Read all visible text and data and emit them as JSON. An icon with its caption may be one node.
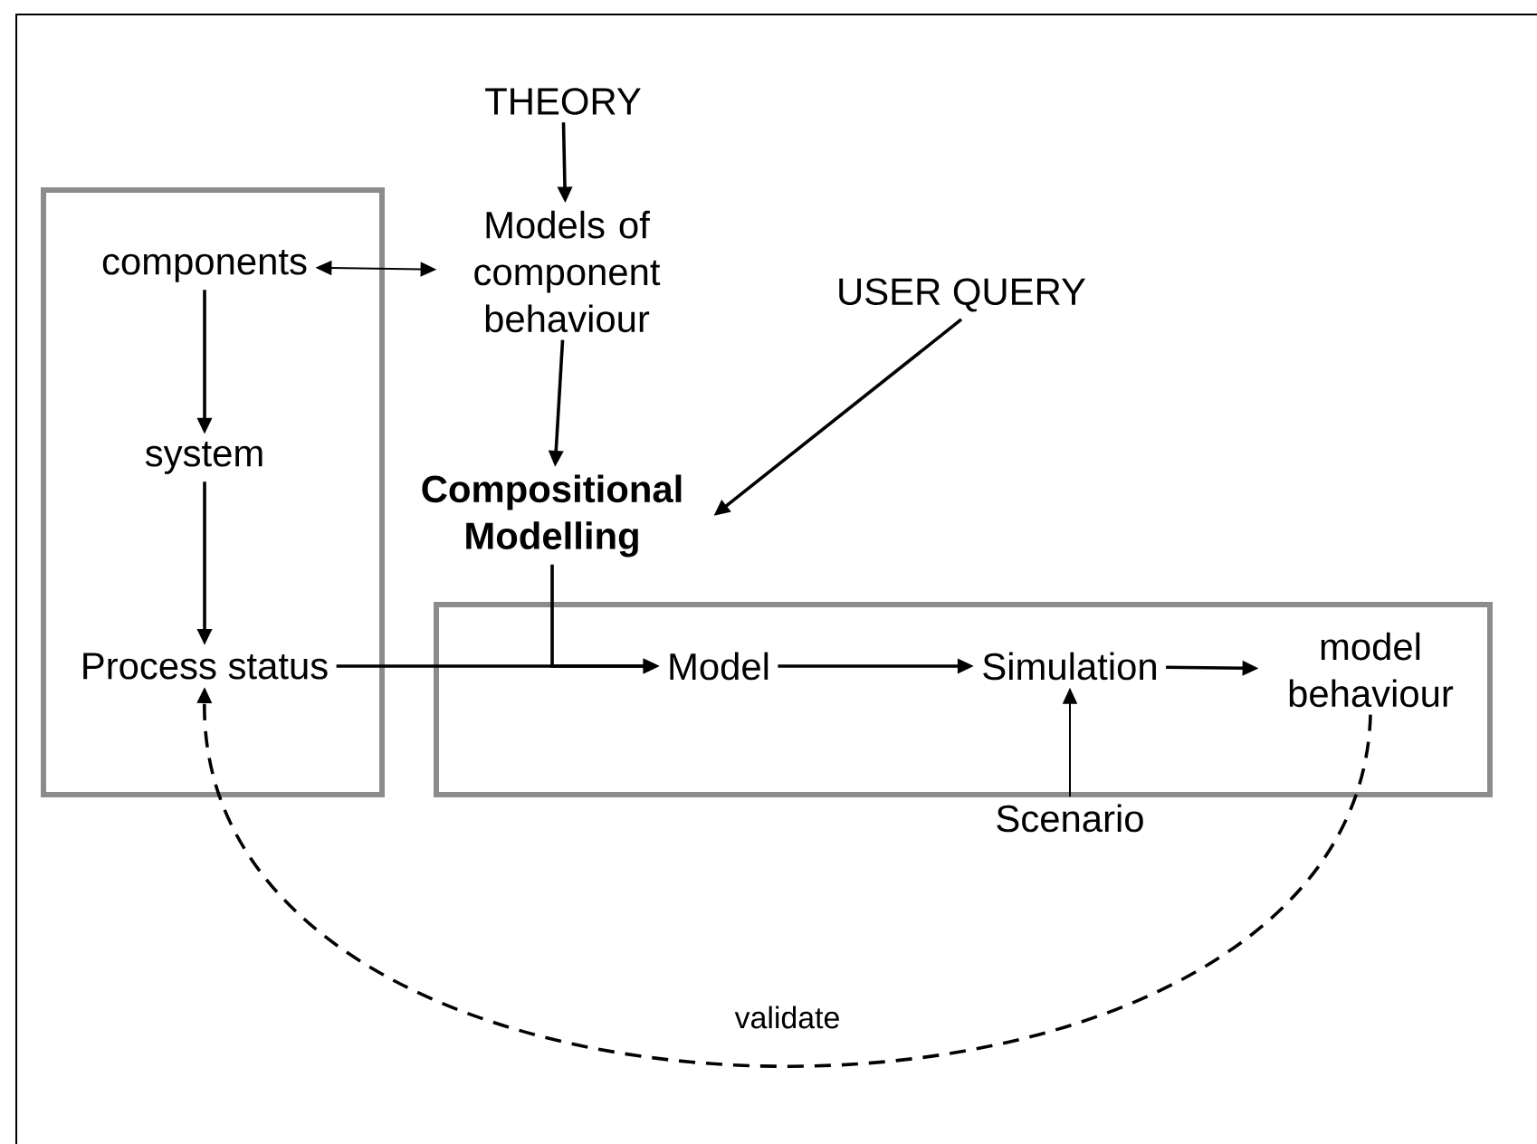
{
  "diagram": {
    "nodes": [
      {
        "text": [],
        "shape": "box"
      },
      {
        "text": [
          "components"
        ],
        "in": 0
      },
      {
        "text": [
          "system"
        ],
        "in": 0
      },
      {
        "text": [
          "Process status"
        ],
        "in": 0
      },
      {
        "text": [
          "THEORY"
        ]
      },
      {
        "text": [
          "Models of component behaviour"
        ]
      },
      {
        "text": [
          "USER QUERY"
        ]
      },
      {
        "text": [
          "Compositional Modelling"
        ]
      },
      {
        "text": [],
        "shape": "box"
      },
      {
        "text": [
          "Model"
        ],
        "in": 8
      },
      {
        "text": [
          "Simulation"
        ],
        "in": 8
      },
      {
        "text": [
          "model behaviour"
        ],
        "in": 8
      },
      {
        "text": [
          "Scenario"
        ]
      }
    ],
    "edges": [
      {
        "from": 4,
        "to": 5,
        "arrow": "to"
      },
      {
        "from": 1,
        "to": 5,
        "arrow": "both"
      },
      {
        "from": 5,
        "to": 7,
        "arrow": "to"
      },
      {
        "from": 6,
        "to": 7,
        "arrow": "to"
      },
      {
        "from": 1,
        "to": 2,
        "arrow": "to"
      },
      {
        "from": 2,
        "to": 3,
        "arrow": "to"
      },
      {
        "from": 3,
        "to": 9,
        "arrow": "to"
      },
      {
        "from": 7,
        "to": 9,
        "arrow": "to"
      },
      {
        "from": 9,
        "to": 10,
        "arrow": "to"
      },
      {
        "from": 10,
        "to": 11,
        "arrow": "to"
      },
      {
        "from": 12,
        "to": 10,
        "arrow": "to"
      },
      {
        "from": 11,
        "to": 3,
        "arrow": "to",
        "style": "dashed",
        "label": "validate"
      }
    ]
  }
}
